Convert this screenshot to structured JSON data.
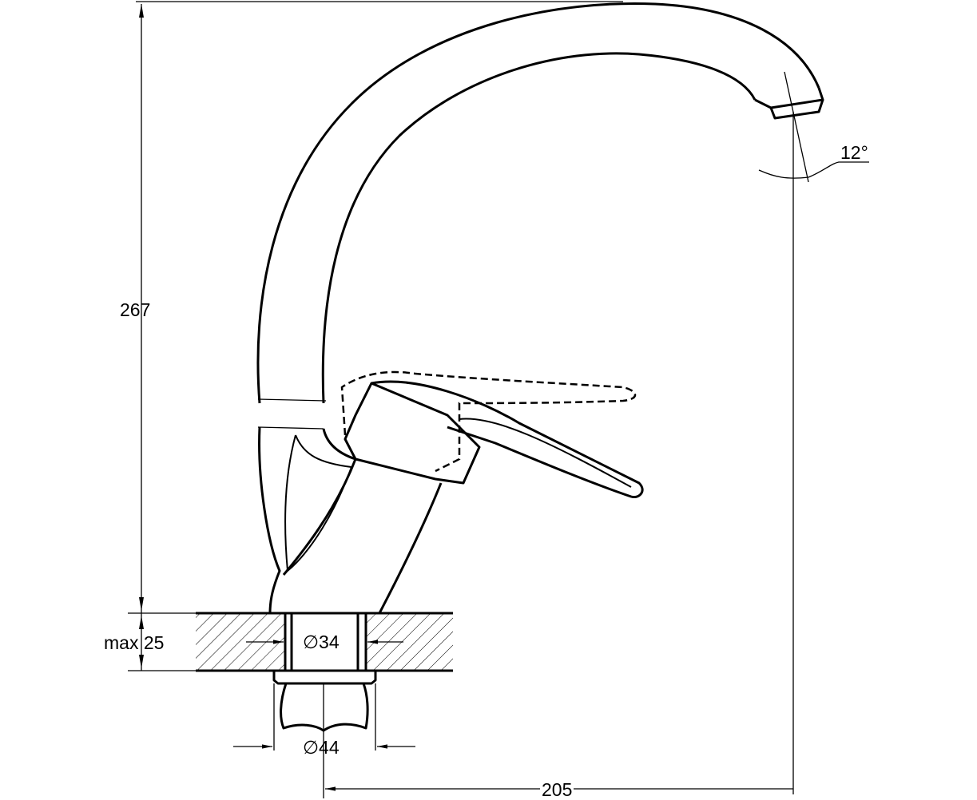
{
  "drawing": {
    "dimensions": {
      "height_label": "267",
      "spout_angle_label": "12°",
      "counter_thickness_label": "max 25",
      "hole_diameter_label": "∅34",
      "base_diameter_label": "∅44",
      "reach_label": "205"
    }
  }
}
